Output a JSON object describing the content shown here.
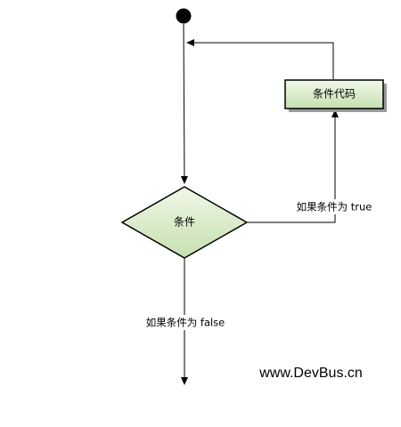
{
  "nodes": {
    "start": {
      "kind": "initial-node"
    },
    "code": {
      "label": "条件代码"
    },
    "condition": {
      "label": "条件"
    }
  },
  "edges": {
    "true_label": "如果条件为 true",
    "false_label": "如果条件为 false"
  },
  "watermark": "www.DevBus.cn",
  "colors": {
    "node_fill_top": "#f0f8e8",
    "node_fill_bottom": "#c6e0b0",
    "node_stroke": "#000000",
    "shadow": "#9a9a9a",
    "line": "#000000"
  }
}
